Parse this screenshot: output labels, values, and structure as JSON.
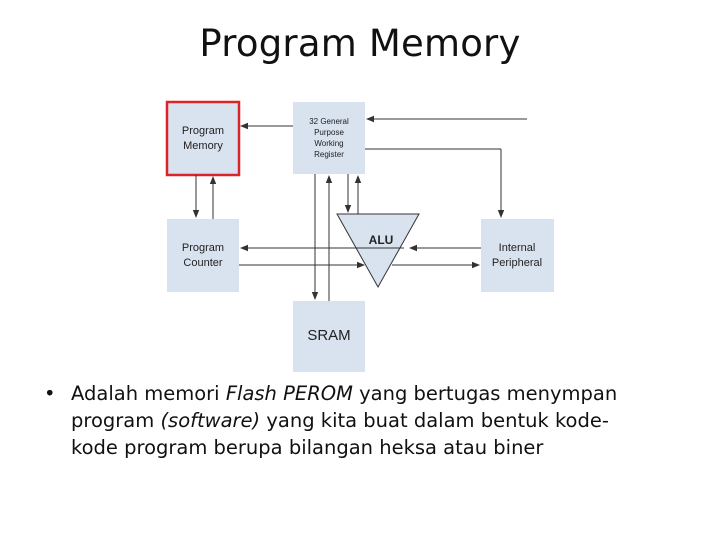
{
  "slide": {
    "title": "Program Memory"
  },
  "diagram": {
    "program_memory": {
      "line1": "Program",
      "line2": "Memory"
    },
    "registers": {
      "line1": "32 General",
      "line2": "Purpose",
      "line3": "Working",
      "line4": "Register"
    },
    "alu": {
      "label": "ALU"
    },
    "program_counter": {
      "line1": "Program",
      "line2": "Counter"
    },
    "internal_peripheral": {
      "line1": "Internal",
      "line2": "Peripheral"
    },
    "sram": {
      "label": "SRAM"
    },
    "colors": {
      "box_fill": "#d9e2ef",
      "highlight_border": "#d9252a",
      "arrow": "#333333"
    }
  },
  "bullet": {
    "line1_a": "Adalah memori ",
    "line1_italic": "Flash PEROM",
    "line1_b": " yang bertugas menympan",
    "line2_a": "program ",
    "line2_italic": "(software)",
    "line2_b": " yang kita buat dalam bentuk kode-",
    "line3": "kode program berupa bilangan heksa atau biner"
  }
}
